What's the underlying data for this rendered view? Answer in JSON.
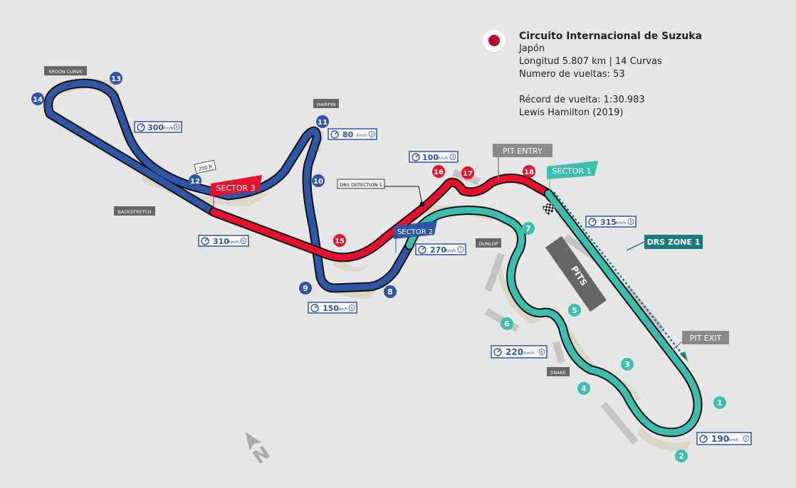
{
  "header": {
    "title": "Circuito Internacional de Suzuka",
    "country": "Japón",
    "length_line": "Longitud 5.807 km | 14 Curvas",
    "laps_line": "Numero de vueltas: 53",
    "record_line": "Récord de vuelta: 1:30.983",
    "record_holder": "Lewis Hamilton (2019)"
  },
  "colors": {
    "background": "#e6e6e6",
    "sector1": "#3cbfae",
    "sector2": "#2f55a4",
    "sector3": "#e8112d",
    "flag_red": "#bc002d",
    "label_gray": "#8a8a8a",
    "speed_box": "#2f55a4"
  },
  "icons": [
    "japan-flag-icon",
    "speedometer-icon",
    "checkered-flag-icon",
    "north-arrow-icon"
  ],
  "sectors": [
    "SECTOR 1",
    "SECTOR 2",
    "SECTOR 3"
  ],
  "labels": {
    "pit_entry": "PIT ENTRY",
    "pit_exit": "PIT EXIT",
    "pits": "PITS",
    "drs_zone": "DRS ZONE 1",
    "drs_detection": "DRS DETECTION 1",
    "spoon_curve": "SPOON CURVE",
    "hairpin": "HAIRPIN",
    "backstretch": "BACKSTRETCH",
    "dunlop": "DUNLOP",
    "snake": "SNAKE",
    "two_hundred_r": "200 R",
    "north": "N"
  },
  "turns": [
    "1",
    "2",
    "3",
    "4",
    "5",
    "6",
    "7",
    "8",
    "9",
    "10",
    "11",
    "12",
    "13",
    "14",
    "15",
    "16",
    "17",
    "18"
  ],
  "speeds": [
    {
      "value": "315",
      "unit": "Km/h",
      "sub": "8"
    },
    {
      "value": "190",
      "unit": "Km/h",
      "sub": "5"
    },
    {
      "value": "220",
      "unit": "Km/h",
      "sub": "6"
    },
    {
      "value": "270",
      "unit": "Km/h",
      "sub": "7"
    },
    {
      "value": "150",
      "unit": "Km/h",
      "sub": "4"
    },
    {
      "value": "310",
      "unit": "Km/h",
      "sub": "8"
    },
    {
      "value": "300",
      "unit": "Km/h",
      "sub": "8"
    },
    {
      "value": "80",
      "unit": "Km/h",
      "sub": "3"
    },
    {
      "value": "100",
      "unit": "Km/h",
      "sub": "3"
    }
  ]
}
